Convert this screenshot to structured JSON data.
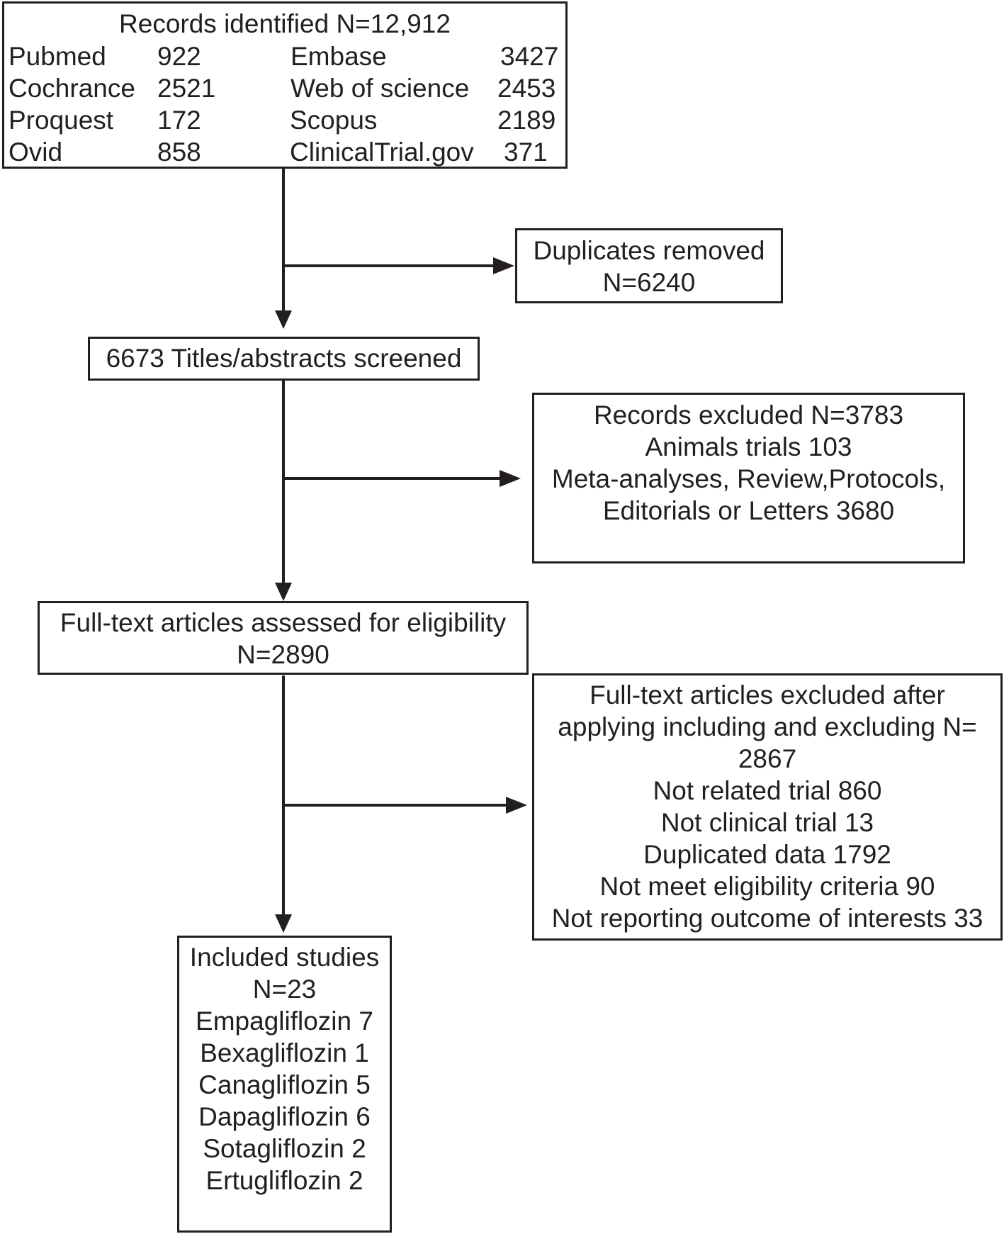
{
  "records_identified": {
    "title": "Records identified N=12,912",
    "sources_left": [
      {
        "name": "Pubmed",
        "count": "922"
      },
      {
        "name": "Cochrance",
        "count": "2521"
      },
      {
        "name": "Proquest",
        "count": "172"
      },
      {
        "name": "Ovid",
        "count": "858"
      }
    ],
    "sources_right": [
      {
        "name": "Embase",
        "count": "3427"
      },
      {
        "name": "Web of science",
        "count": "2453"
      },
      {
        "name": "Scopus",
        "count": "2189"
      },
      {
        "name": "ClinicalTrial.gov",
        "count": "371"
      }
    ]
  },
  "duplicates": {
    "line1": "Duplicates removed",
    "line2": "N=6240"
  },
  "screened": {
    "label": "6673 Titles/abstracts screened"
  },
  "records_excluded": {
    "lines": [
      "Records excluded N=3783",
      "Animals trials 103",
      "Meta-analyses, Review,Protocols,",
      "Editorials or Letters 3680"
    ]
  },
  "full_text_assessed": {
    "line1": "Full-text articles assessed for eligibility",
    "line2": "N=2890"
  },
  "full_text_excluded": {
    "lines": [
      "Full-text articles excluded after",
      "applying including and excluding N=",
      "2867",
      "Not related trial 860",
      "Not clinical trial 13",
      "Duplicated data 1792",
      "Not meet eligibility criteria 90",
      "Not reporting outcome of interests 33"
    ]
  },
  "included": {
    "lines": [
      "Included studies",
      "N=23",
      "Empagliflozin 7",
      "Bexagliflozin 1",
      "Canagliflozin 5",
      "Dapagliflozin 6",
      "Sotagliflozin 2",
      "Ertugliflozin 2"
    ]
  }
}
